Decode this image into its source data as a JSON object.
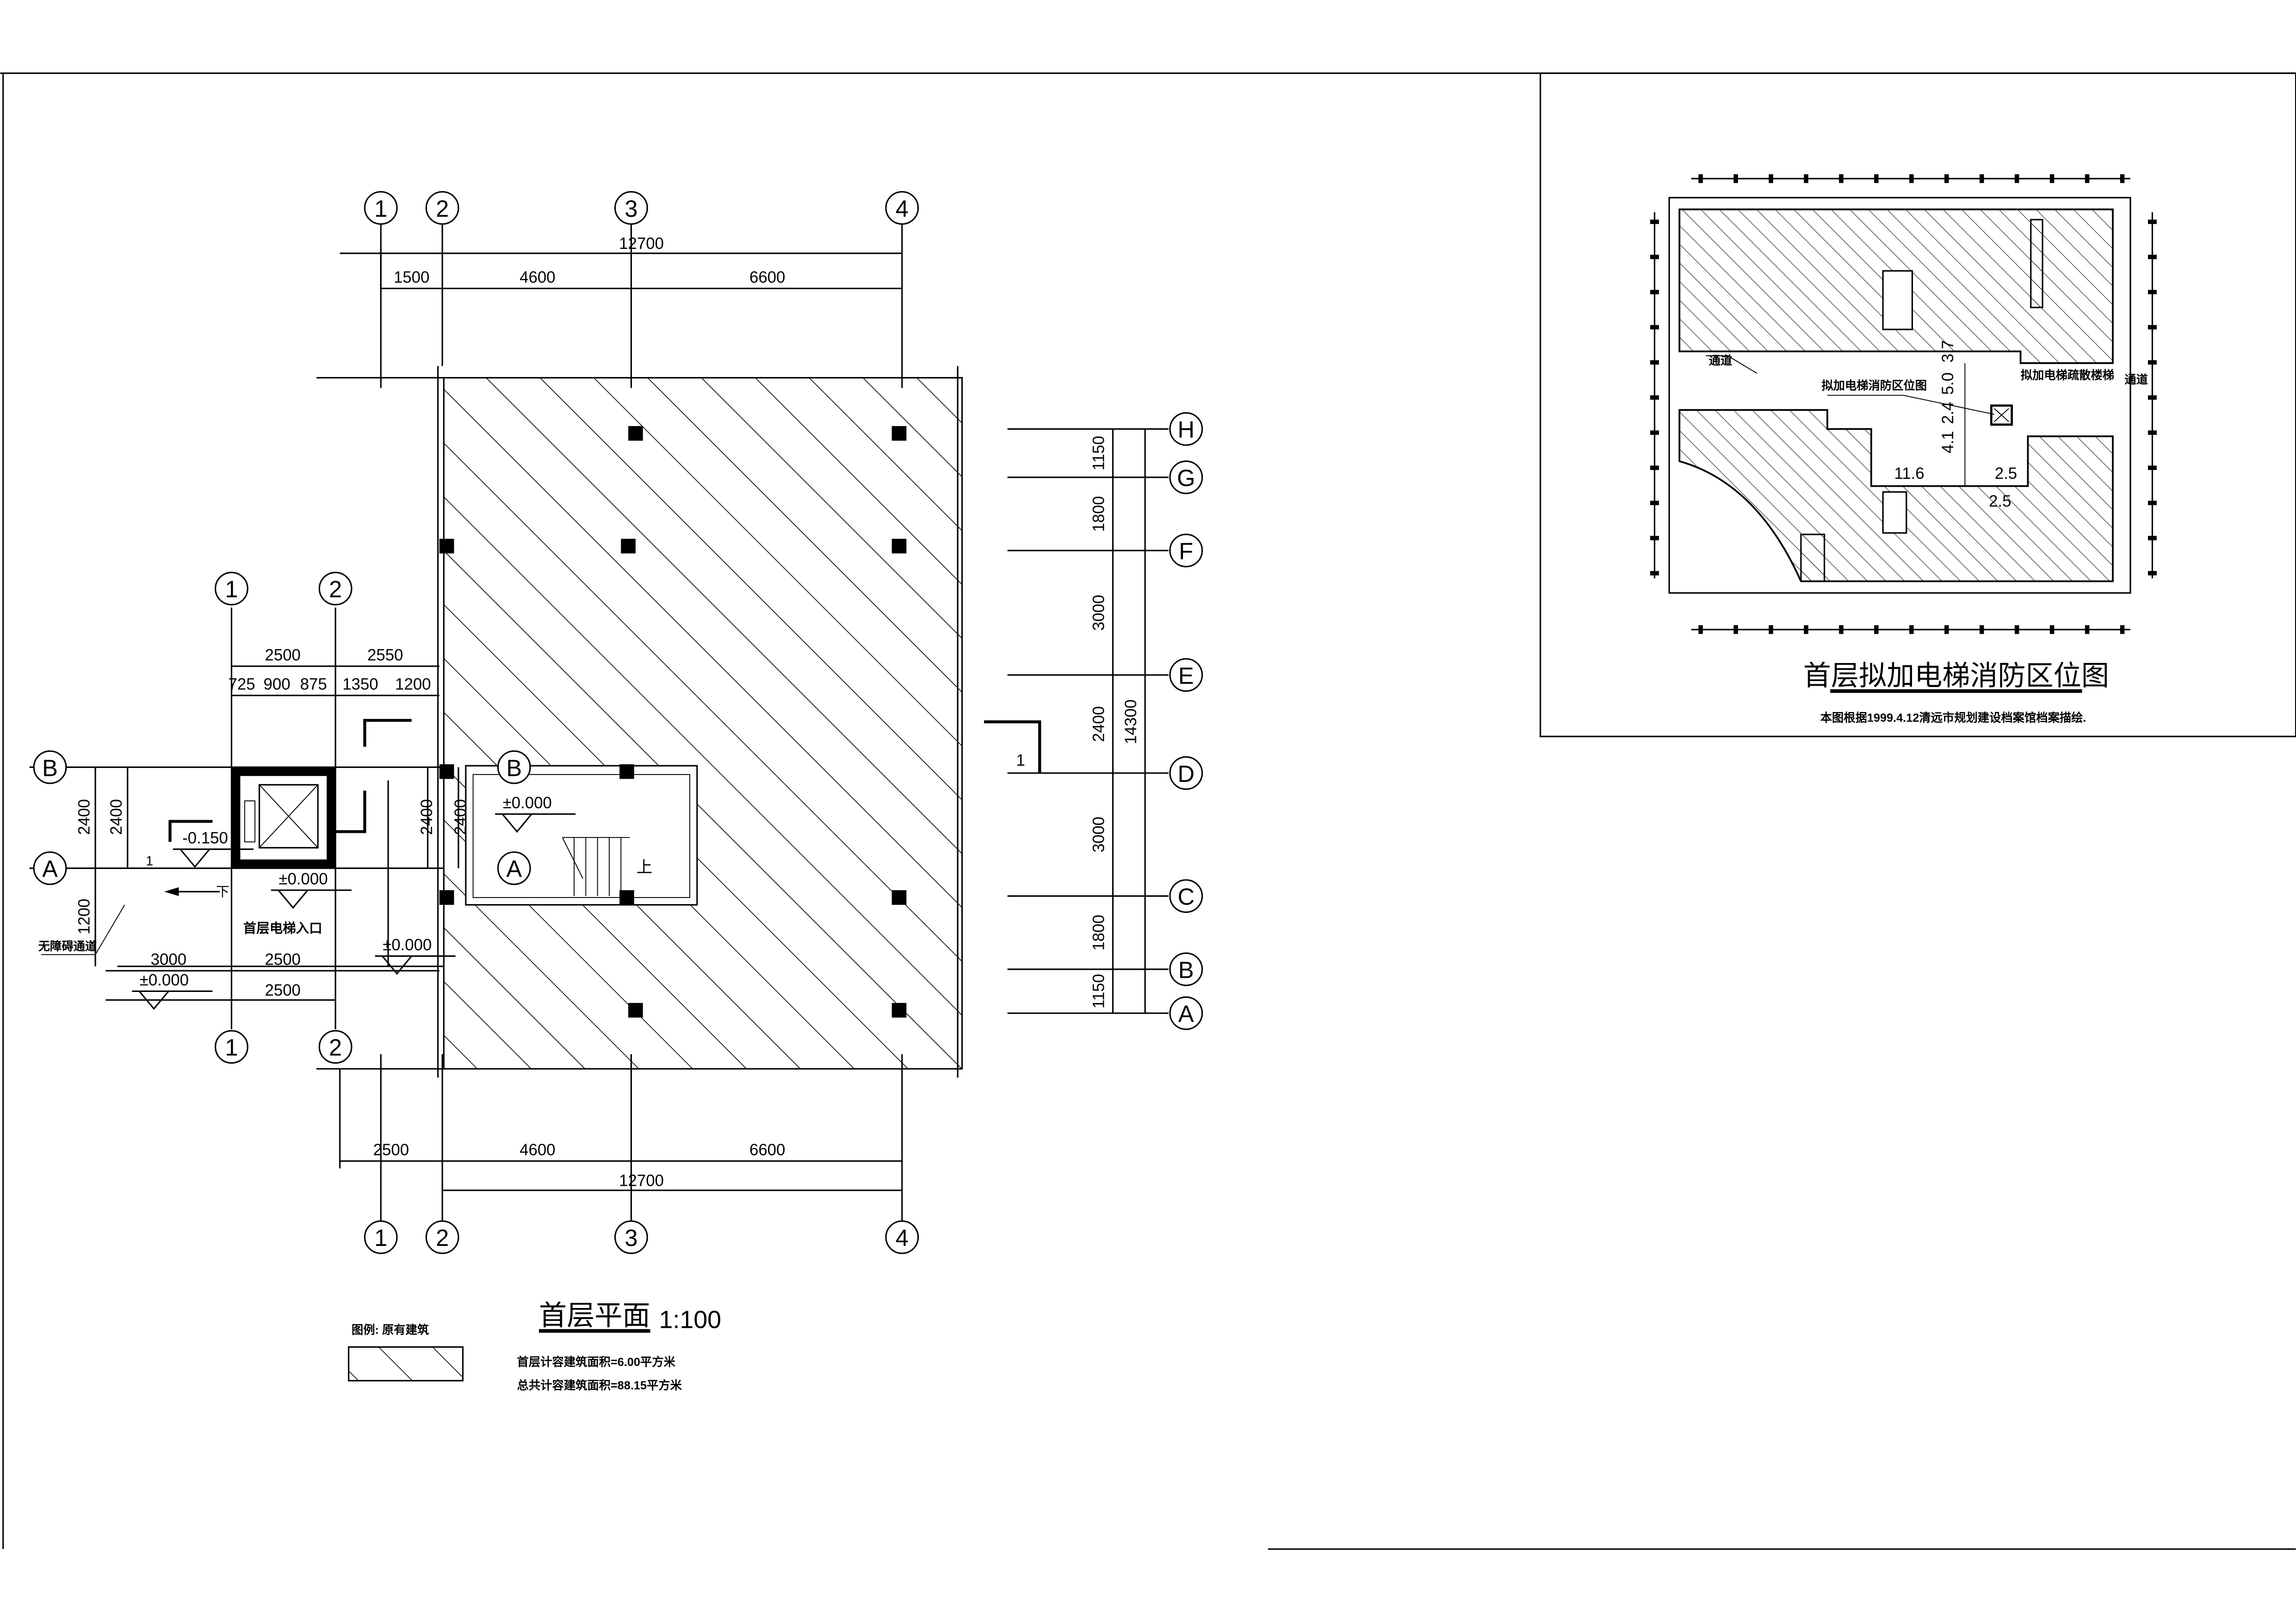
{
  "main_plan": {
    "title": "首层平面",
    "scale": "1:100",
    "top_axes": [
      "1",
      "2",
      "3",
      "4"
    ],
    "top_total": "12700",
    "top_parts": [
      "1500",
      "4600",
      "6600"
    ],
    "bottom_axes": [
      "1",
      "2",
      "3",
      "4"
    ],
    "bottom_parts": [
      "2500",
      "4600",
      "6600"
    ],
    "bottom_total": "12700",
    "right_axes": [
      "H",
      "G",
      "F",
      "E",
      "D",
      "C",
      "B",
      "A"
    ],
    "right_dims": [
      "1150",
      "1800",
      "3000",
      "2400",
      "3000",
      "1800",
      "1150"
    ],
    "right_total": "14300",
    "section_mark": "1",
    "stair_up": "上"
  },
  "detail": {
    "col_axes": [
      "1",
      "2"
    ],
    "row_axes": [
      "B",
      "A"
    ],
    "inner_row_axes": [
      "B",
      "A"
    ],
    "top_dims": [
      "2500",
      "2550"
    ],
    "sub_dims": [
      "725",
      "900",
      "875",
      "1350",
      "1200"
    ],
    "left_dims": [
      "2400",
      "2400",
      "1200"
    ],
    "right_dims": [
      "2400",
      "2400"
    ],
    "elev_low": "-0.150",
    "elev_zero": "±0.000",
    "down": "下",
    "step_mark": "1",
    "entrance": "首层电梯入口",
    "ramp": "无障碍通道",
    "bottom_dims": [
      "3000",
      "2500",
      "2500"
    ]
  },
  "legend": {
    "label": "图例: 原有建筑",
    "area_first_floor": "首层计容建筑面积=6.00平方米",
    "area_total": "总共计容建筑面积=88.15平方米"
  },
  "inset": {
    "title": "首层拟加电梯消防区位图",
    "note": "本图根据1999.4.12清远市规划建设档案馆档案描绘.",
    "corridor_left": "通道",
    "corridor_right": "通道",
    "elevator_label": "拟加电梯消防区位图",
    "stair_label": "拟加电梯疏散楼梯",
    "dims": [
      "3.7",
      "5.0",
      "2.4",
      "4.1",
      "11.6",
      "2.5",
      "2.5"
    ]
  }
}
